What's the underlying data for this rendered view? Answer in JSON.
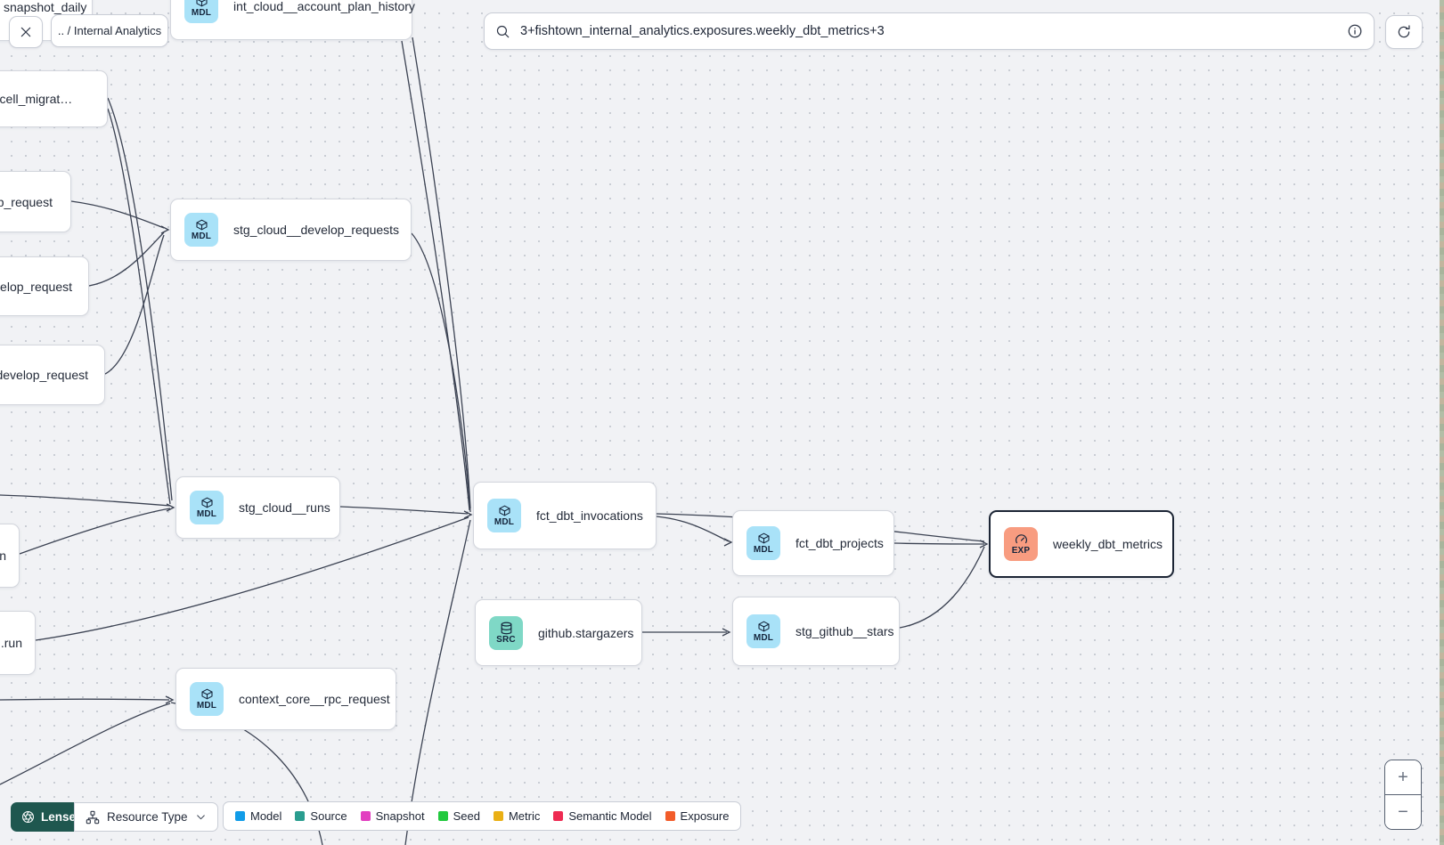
{
  "toolbar": {
    "breadcrumb": ".. / Internal Analytics"
  },
  "search": {
    "value": "3+fishtown_internal_analytics.exposures.weekly_dbt_metrics+3"
  },
  "nodes": [
    {
      "label": "snapshot_daily",
      "badge": ""
    },
    {
      "label": "int_cloud__account_plan_history",
      "badge": "MDL"
    },
    {
      "label": "multicell_migrat…",
      "badge": ""
    },
    {
      "label": "p_request",
      "badge": ""
    },
    {
      "label": "velop_request",
      "badge": ""
    },
    {
      "label": ".develop_request",
      "badge": ""
    },
    {
      "label": "stg_cloud__develop_requests",
      "badge": "MDL"
    },
    {
      "label": "stg_cloud__runs",
      "badge": "MDL"
    },
    {
      "label": "n",
      "badge": ""
    },
    {
      "label": ".run",
      "badge": ""
    },
    {
      "label": "fct_dbt_invocations",
      "badge": "MDL"
    },
    {
      "label": "fct_dbt_projects",
      "badge": "MDL"
    },
    {
      "label": "weekly_dbt_metrics",
      "badge": "EXP",
      "selected": true
    },
    {
      "label": "github.stargazers",
      "badge": "SRC"
    },
    {
      "label": "stg_github__stars",
      "badge": "MDL"
    },
    {
      "label": "context_core__rpc_request",
      "badge": "MDL"
    }
  ],
  "legend": {
    "lenses_label": "Lenses",
    "resource_type_label": "Resource Type",
    "items": [
      {
        "label": "Model",
        "color": "#119ce8"
      },
      {
        "label": "Source",
        "color": "#2a9d8f"
      },
      {
        "label": "Snapshot",
        "color": "#e23fc0"
      },
      {
        "label": "Seed",
        "color": "#22c93e"
      },
      {
        "label": "Metric",
        "color": "#eab015"
      },
      {
        "label": "Semantic Model",
        "color": "#ee2b52"
      },
      {
        "label": "Exposure",
        "color": "#f25c2a"
      }
    ]
  },
  "zoom_controls": {
    "zoom_in": "+",
    "zoom_out": "−"
  },
  "colors": {
    "model_badge": "#a9e2f8",
    "source_badge": "#7fd8c6",
    "exposure_badge": "#f89c80",
    "edge": "#3b4252",
    "selected_border": "#1c2535",
    "lenses_button": "#1f574f"
  },
  "icons": {
    "close": "close-icon",
    "search": "search-icon",
    "info": "info-icon",
    "refresh": "refresh-icon",
    "model": "cube-icon",
    "source": "database-icon",
    "exposure": "gauge-icon",
    "lenses": "aperture-icon",
    "resource_type": "network-icon",
    "chevron": "chevron-down-icon"
  }
}
